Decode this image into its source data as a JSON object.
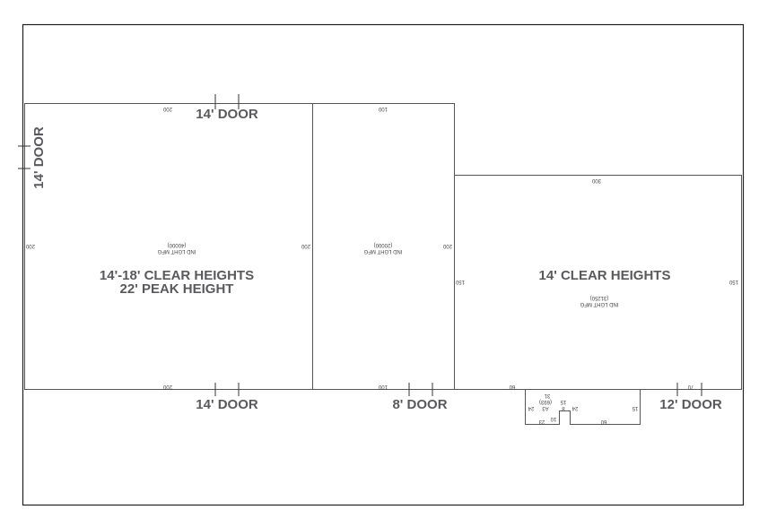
{
  "doors": {
    "top": "14' DOOR",
    "left": "14' DOOR",
    "bottom_left": "14' DOOR",
    "bottom_mid": "8' DOOR",
    "bottom_right": "12' DOOR"
  },
  "building1": {
    "heights_line1": "14'-18' CLEAR HEIGHTS",
    "heights_line2": "22' PEAK HEIGHT",
    "use": "IND LGHT MFG",
    "area": "(40000)",
    "dim_top": "200",
    "dim_bottom": "200",
    "dim_left": "200",
    "dim_right": "200"
  },
  "building2": {
    "use": "IND LGHT MFG",
    "area": "(20000)",
    "dim_top": "100",
    "dim_bottom": "100",
    "dim_right": "200"
  },
  "building3": {
    "heights": "14' CLEAR HEIGHTS",
    "use": "IND LGHT MFG",
    "area": "(31250)",
    "dim_top": "300",
    "dim_left": "150",
    "dim_right": "150",
    "dim_bottom_left": "60",
    "dim_bottom_right": "70"
  },
  "annex": {
    "d31": "31",
    "area": "(693)",
    "label": "A3",
    "d15a": "15",
    "d8": "8",
    "d24a": "24",
    "d24b": "24",
    "d10": "10",
    "d23": "23",
    "d60": "60",
    "d15b": "15"
  }
}
